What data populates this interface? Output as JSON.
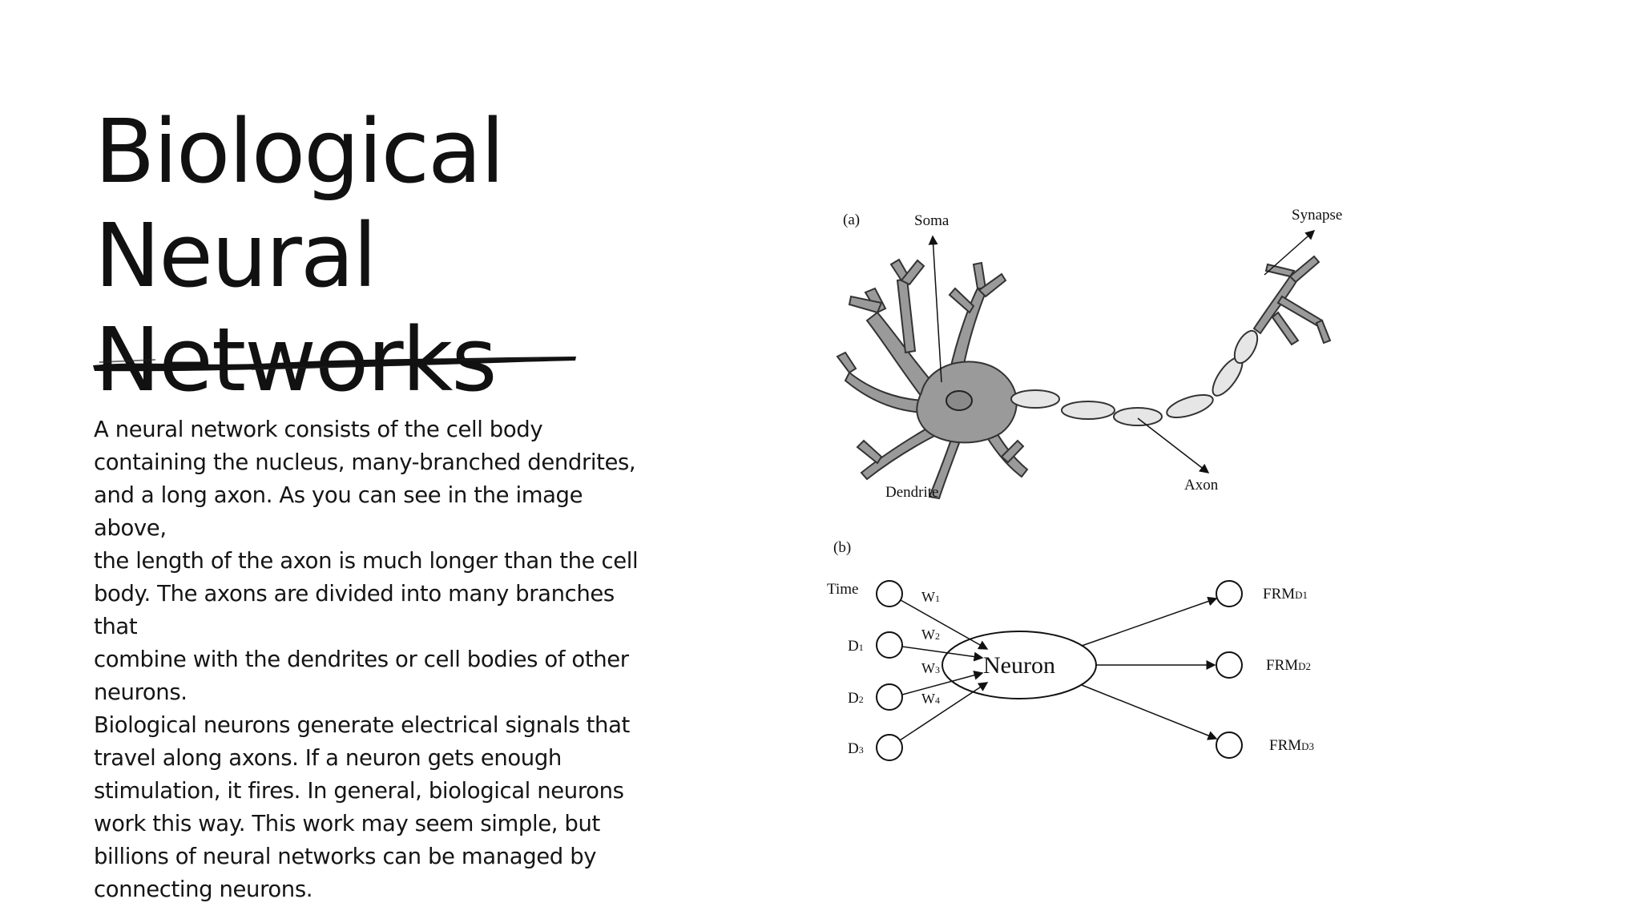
{
  "slide": {
    "title": "Biological Neural Networks",
    "paragraph": "A neural network consists of the cell body\ncontaining the nucleus, many-branched dendrites,\nand a long axon. As you can see in the image above,\nthe length of the axon is much longer than the cell\nbody. The axons are divided into many branches that\ncombine with the dendrites or cell bodies of other\nneurons.\nBiological neurons generate electrical signals that\ntravel along axons. If a neuron gets enough\nstimulation, it fires. In general, biological neurons\nwork this way. This work may seem simple, but\nbillions of neural networks can be managed by\nconnecting neurons."
  },
  "figure_a": {
    "panel_label": "(a)",
    "labels": {
      "soma": "Soma",
      "synapse": "Synapse",
      "dendrite": "Dendrite",
      "axon": "Axon"
    }
  },
  "figure_b": {
    "panel_label": "(b)",
    "inputs": [
      {
        "label": "Time",
        "weight": "W",
        "weight_sub": "1"
      },
      {
        "label": "D",
        "label_sub": "1",
        "weight": "W",
        "weight_sub": "2"
      },
      {
        "label": "D",
        "label_sub": "2",
        "weight": "W",
        "weight_sub": "3"
      },
      {
        "label": "D",
        "label_sub": "3",
        "weight": "W",
        "weight_sub": "4"
      }
    ],
    "neuron_label": "Neuron",
    "outputs": [
      {
        "label": "FRM",
        "label_sub": "D1"
      },
      {
        "label": "FRM",
        "label_sub": "D2"
      },
      {
        "label": "FRM",
        "label_sub": "D3"
      }
    ]
  }
}
